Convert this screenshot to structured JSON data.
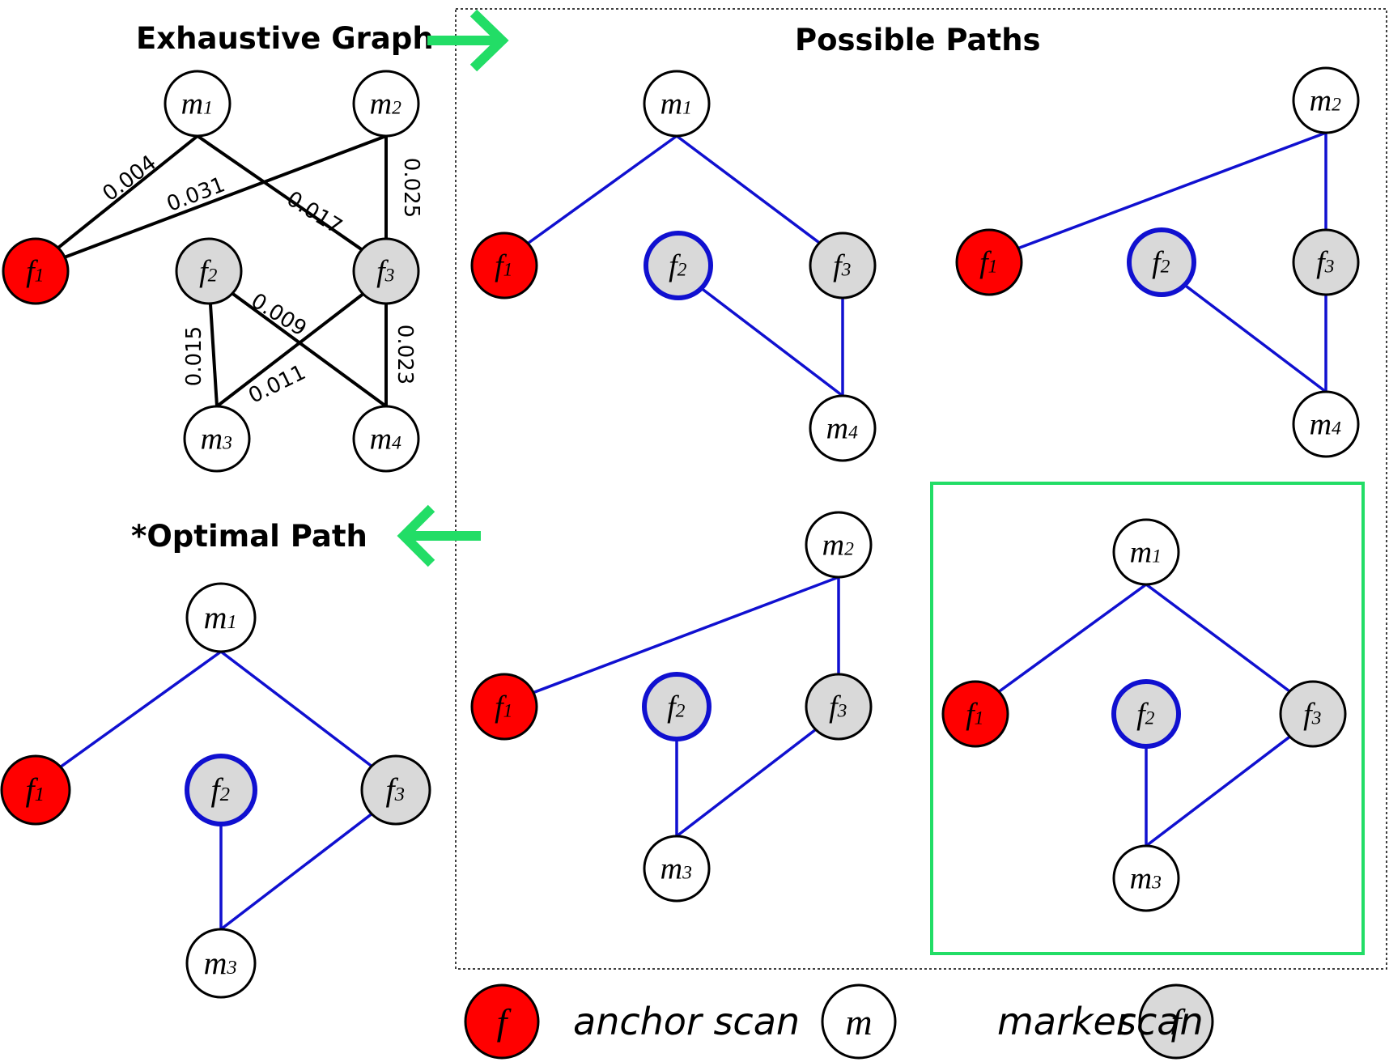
{
  "titles": {
    "exhaustive": "Exhaustive Graph",
    "possible": "Possible Paths",
    "optimal": "*Optimal Path"
  },
  "nodes": {
    "m1": {
      "letter": "m",
      "index": "1",
      "kind": "marker"
    },
    "m2": {
      "letter": "m",
      "index": "2",
      "kind": "marker"
    },
    "m3": {
      "letter": "m",
      "index": "3",
      "kind": "marker"
    },
    "m4": {
      "letter": "m",
      "index": "4",
      "kind": "marker"
    },
    "f1": {
      "letter": "f",
      "index": "1",
      "kind": "anchor"
    },
    "f2": {
      "letter": "f",
      "index": "2",
      "kind": "scan"
    },
    "f3": {
      "letter": "f",
      "index": "3",
      "kind": "scan"
    }
  },
  "exhaustive_graph": {
    "nodes": [
      "m1",
      "m2",
      "f1",
      "f2",
      "f3",
      "m3",
      "m4"
    ],
    "edges": [
      {
        "from": "f1",
        "to": "m1",
        "weight": "0.004"
      },
      {
        "from": "f1",
        "to": "m2",
        "weight": "0.031"
      },
      {
        "from": "m1",
        "to": "f3",
        "weight": "0.017"
      },
      {
        "from": "m2",
        "to": "f3",
        "weight": "0.025"
      },
      {
        "from": "f2",
        "to": "m4",
        "weight": "0.009"
      },
      {
        "from": "f2",
        "to": "m3",
        "weight": "0.015"
      },
      {
        "from": "f3",
        "to": "m3",
        "weight": "0.011"
      },
      {
        "from": "f3",
        "to": "m4",
        "weight": "0.023"
      }
    ]
  },
  "possible_paths": [
    {
      "nodes": [
        "m1",
        "f1",
        "f2",
        "f3",
        "m4"
      ],
      "edges": [
        [
          "f1",
          "m1"
        ],
        [
          "m1",
          "f3"
        ],
        [
          "f3",
          "m4"
        ],
        [
          "f2",
          "m4"
        ]
      ],
      "highlighted": false
    },
    {
      "nodes": [
        "m2",
        "f1",
        "f2",
        "f3",
        "m4"
      ],
      "edges": [
        [
          "f1",
          "m2"
        ],
        [
          "m2",
          "f3"
        ],
        [
          "f3",
          "m4"
        ],
        [
          "f2",
          "m4"
        ]
      ],
      "highlighted": false
    },
    {
      "nodes": [
        "m2",
        "f1",
        "f2",
        "f3",
        "m3"
      ],
      "edges": [
        [
          "f1",
          "m2"
        ],
        [
          "m2",
          "f3"
        ],
        [
          "f2",
          "m3"
        ],
        [
          "f3",
          "m3"
        ]
      ],
      "highlighted": false
    },
    {
      "nodes": [
        "m1",
        "f1",
        "f2",
        "f3",
        "m3"
      ],
      "edges": [
        [
          "f1",
          "m1"
        ],
        [
          "m1",
          "f3"
        ],
        [
          "f2",
          "m3"
        ],
        [
          "f3",
          "m3"
        ]
      ],
      "highlighted": true
    }
  ],
  "optimal_path": {
    "nodes": [
      "m1",
      "f1",
      "f2",
      "f3",
      "m3"
    ],
    "edges": [
      [
        "f1",
        "m1"
      ],
      [
        "m1",
        "f3"
      ],
      [
        "f2",
        "m3"
      ],
      [
        "f3",
        "m3"
      ]
    ]
  },
  "legend": [
    {
      "symbol": "f",
      "label": "anchor scan",
      "kind": "anchor"
    },
    {
      "symbol": "m",
      "label": "marker",
      "kind": "marker"
    },
    {
      "symbol": "f",
      "label": "scan",
      "kind": "scan"
    }
  ],
  "colors": {
    "anchor_fill": "#ff0000",
    "scan_fill": "#d9d9d9",
    "marker_fill": "#ffffff",
    "path_edge": "#1010d0",
    "exhaustive_edge": "#000000",
    "arrow": "#22dd66",
    "highlight_box": "#22dd66"
  }
}
